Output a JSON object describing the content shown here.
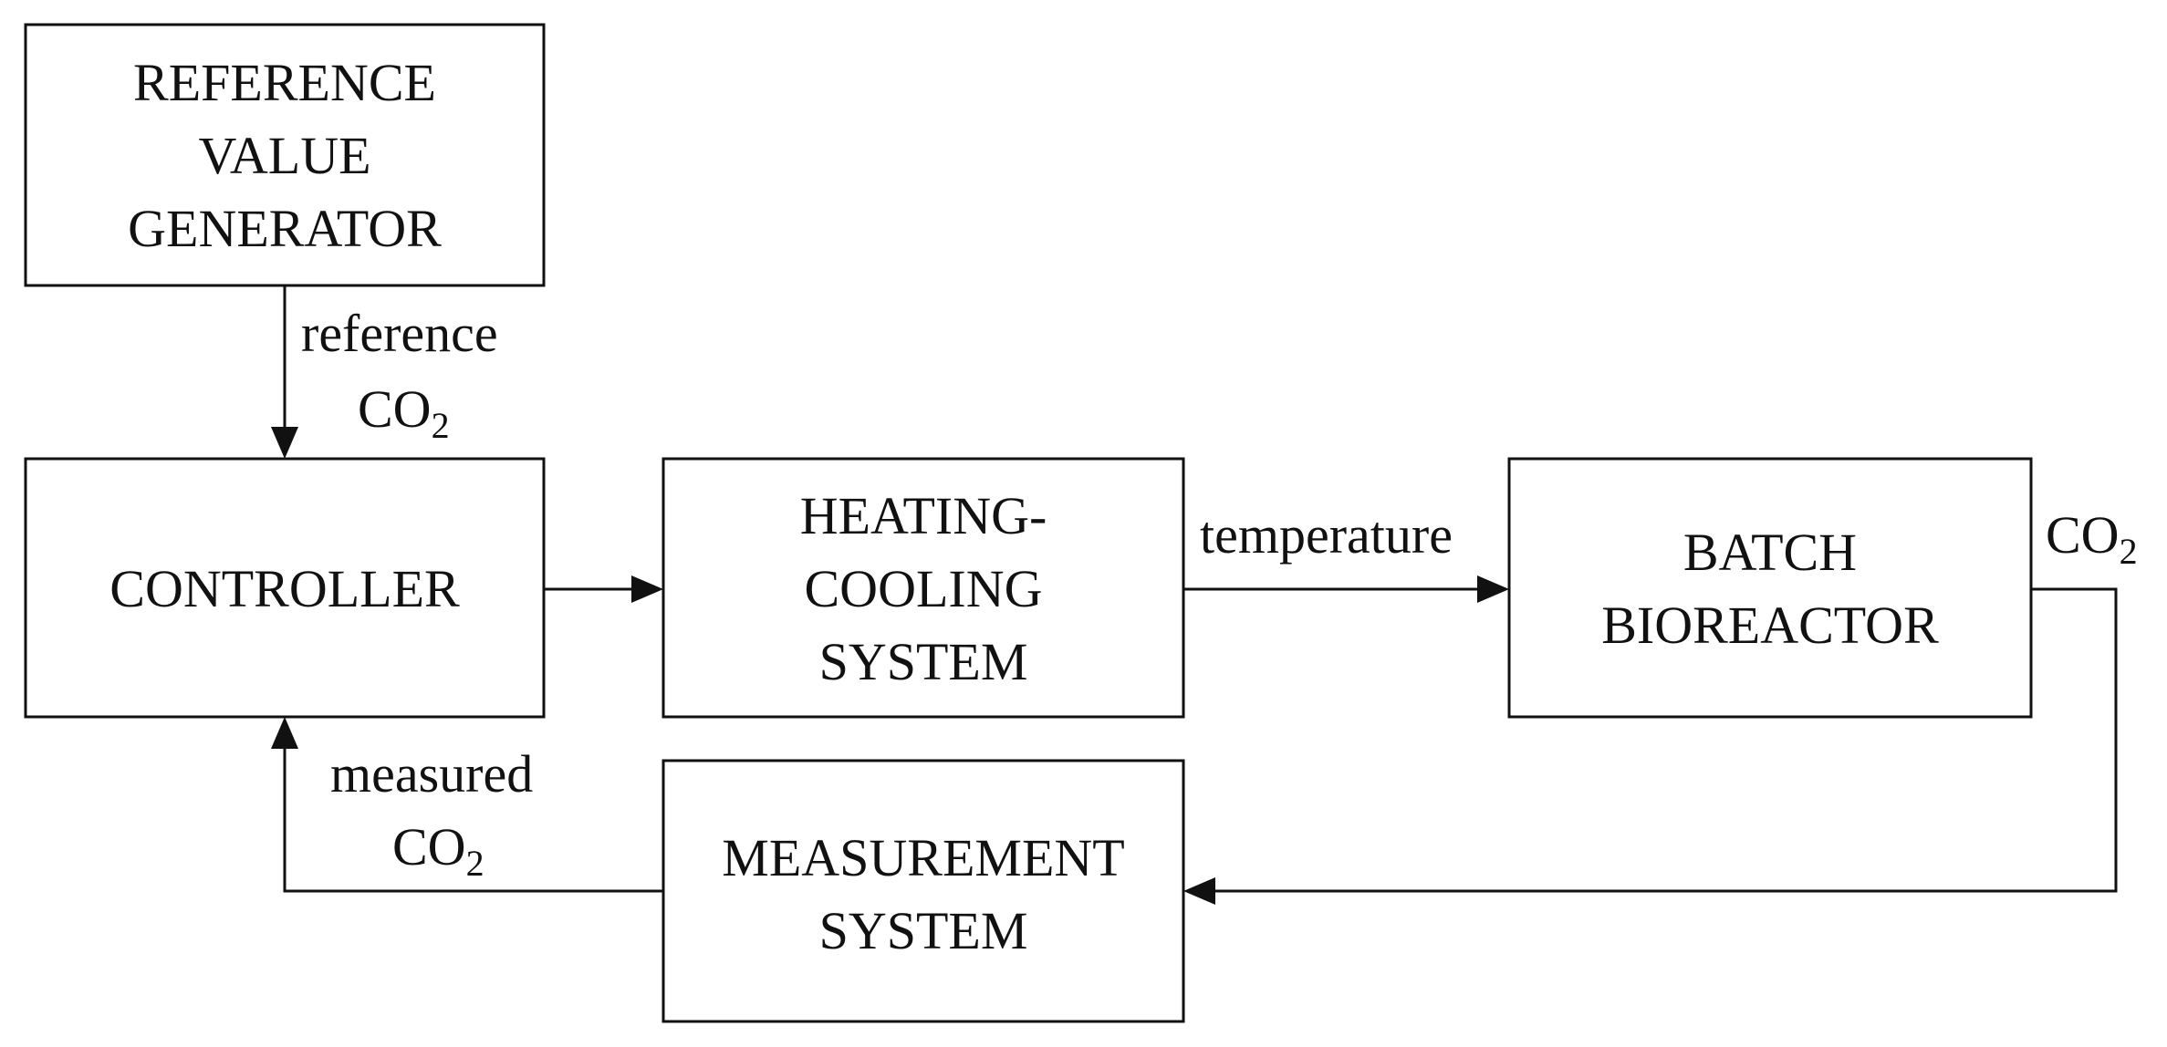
{
  "colors": {
    "line": "#111111",
    "box_fill": "#ffffff",
    "background": "#ffffff"
  },
  "blocks": {
    "reference_generator": {
      "lines": [
        "REFERENCE",
        "VALUE",
        "GENERATOR"
      ]
    },
    "controller": {
      "lines": [
        "CONTROLLER"
      ]
    },
    "heating_cooling": {
      "lines": [
        "HEATING-",
        "COOLING",
        "SYSTEM"
      ]
    },
    "bioreactor": {
      "lines": [
        "BATCH",
        "BIOREACTOR"
      ]
    },
    "measurement": {
      "lines": [
        "MEASUREMENT",
        "SYSTEM"
      ]
    }
  },
  "signals": {
    "reference": {
      "line1": "reference",
      "base": "CO",
      "subscript": "2"
    },
    "temperature": {
      "line1": "temperature"
    },
    "output": {
      "base": "CO",
      "subscript": "2"
    },
    "measured": {
      "line1": "measured",
      "base": "CO",
      "subscript": "2"
    }
  }
}
